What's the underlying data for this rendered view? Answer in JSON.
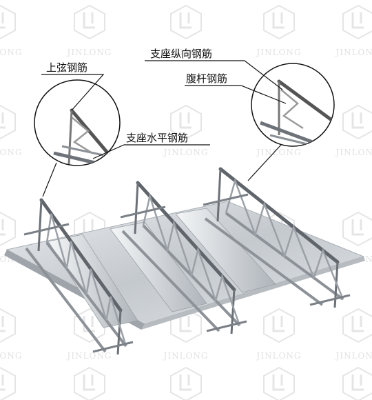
{
  "labels": {
    "top_chord": "上弦钢筋",
    "support_longitudinal": "支座纵向钢筋",
    "web_bar": "腹杆钢筋",
    "support_horizontal": "支座水平钢筋"
  },
  "watermark": {
    "brand": "JINLONG",
    "logo_icon": "jl-logo-icon"
  },
  "colors": {
    "deck": "#c9ced3",
    "steel": "#8c9298",
    "leader": "#111111"
  }
}
